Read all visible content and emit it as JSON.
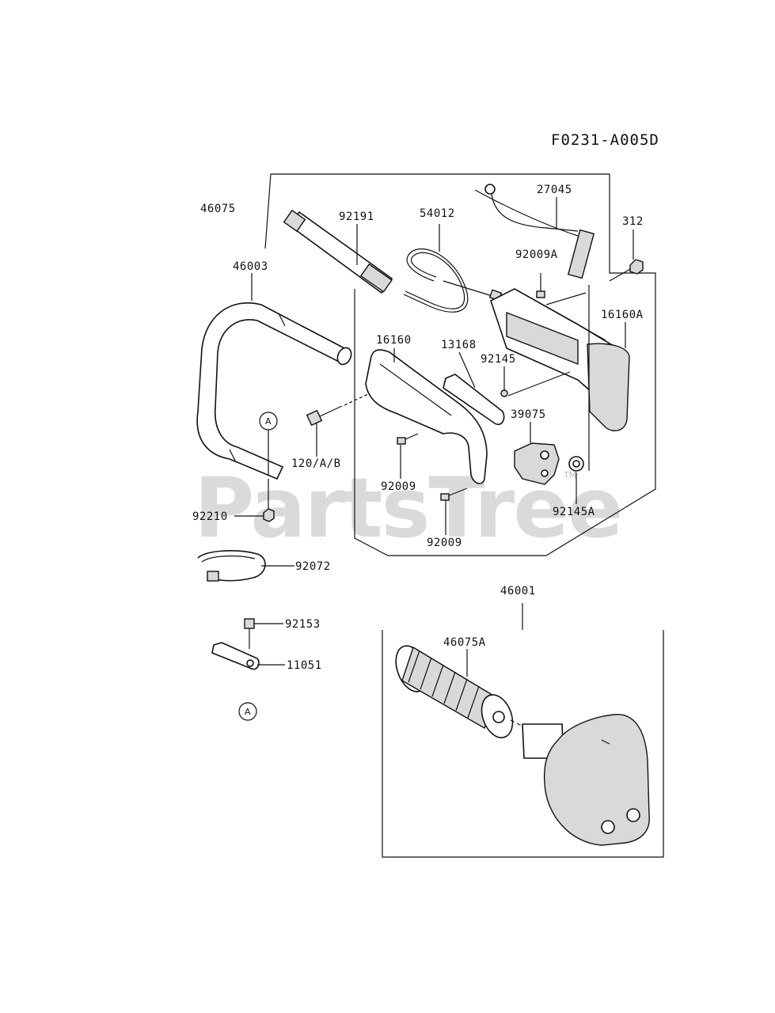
{
  "diagram_code": "F0231-A005D",
  "watermark": {
    "text": "PartsTree",
    "tm": "TM"
  },
  "callout_marker": "A",
  "parts": [
    {
      "id": "46075"
    },
    {
      "id": "46003"
    },
    {
      "id": "92191"
    },
    {
      "id": "54012"
    },
    {
      "id": "27045"
    },
    {
      "id": "312"
    },
    {
      "id": "92009A"
    },
    {
      "id": "16160A"
    },
    {
      "id": "16160"
    },
    {
      "id": "13168"
    },
    {
      "id": "92145"
    },
    {
      "id": "39075"
    },
    {
      "id": "120/A/B"
    },
    {
      "id": "92009"
    },
    {
      "id": "92009"
    },
    {
      "id": "92145A"
    },
    {
      "id": "92210"
    },
    {
      "id": "92072"
    },
    {
      "id": "46001"
    },
    {
      "id": "46075A"
    },
    {
      "id": "92153"
    },
    {
      "id": "11051"
    }
  ]
}
